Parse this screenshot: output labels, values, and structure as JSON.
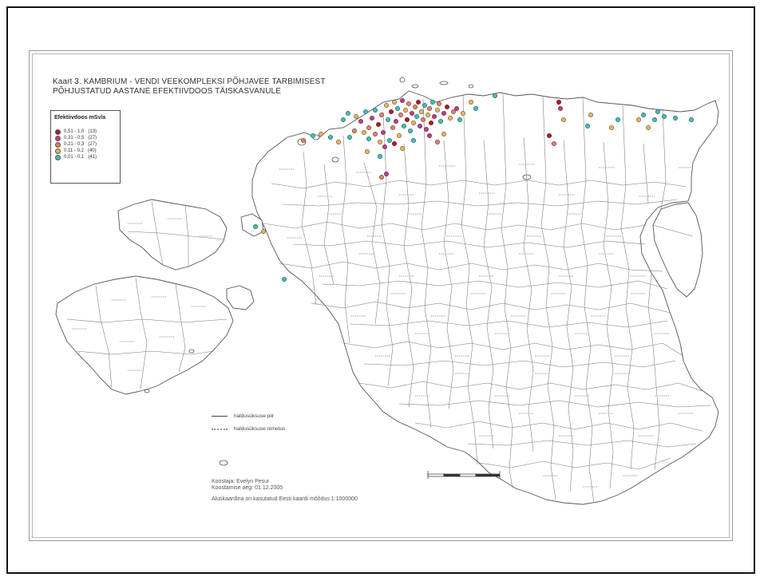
{
  "title": {
    "line1": "Kaart 3. KAMBRIUM - VENDI VEEKOMPLEKSI PÕHJAVEE TARBIMISEST",
    "line2": "PÕHJUSTATUD AASTANE EFEKTIIVDOOS TÄISKASVANULE"
  },
  "legend": {
    "title": "Efektiivdoos mSv/a",
    "classes": [
      {
        "label": "0,51 - 1,0",
        "count": "(13)",
        "color": "#b4181f"
      },
      {
        "label": "0,31 - 0,5",
        "count": "(27)",
        "color": "#c03a88"
      },
      {
        "label": "0,21 - 0,3",
        "count": "(27)",
        "color": "#e07e6c"
      },
      {
        "label": "0,11 - 0,2",
        "count": "(40)",
        "color": "#e6b35e"
      },
      {
        "label": "0,01 - 0,1",
        "count": "(41)",
        "color": "#3cbfb8"
      }
    ]
  },
  "line_legend": {
    "boundary": "haldusüksuse piir",
    "name": "haldusüksuse nimetus"
  },
  "credits": {
    "author": "Koostaja: Evelyn Pesur",
    "date": "Koostamise aeg: 01.12.2005",
    "basemap": "Aluskaardina on kasutatud Eesti kaardi mõõdus 1:1000000"
  },
  "colors": {
    "outline": "#555555",
    "frame": "#111111"
  }
}
